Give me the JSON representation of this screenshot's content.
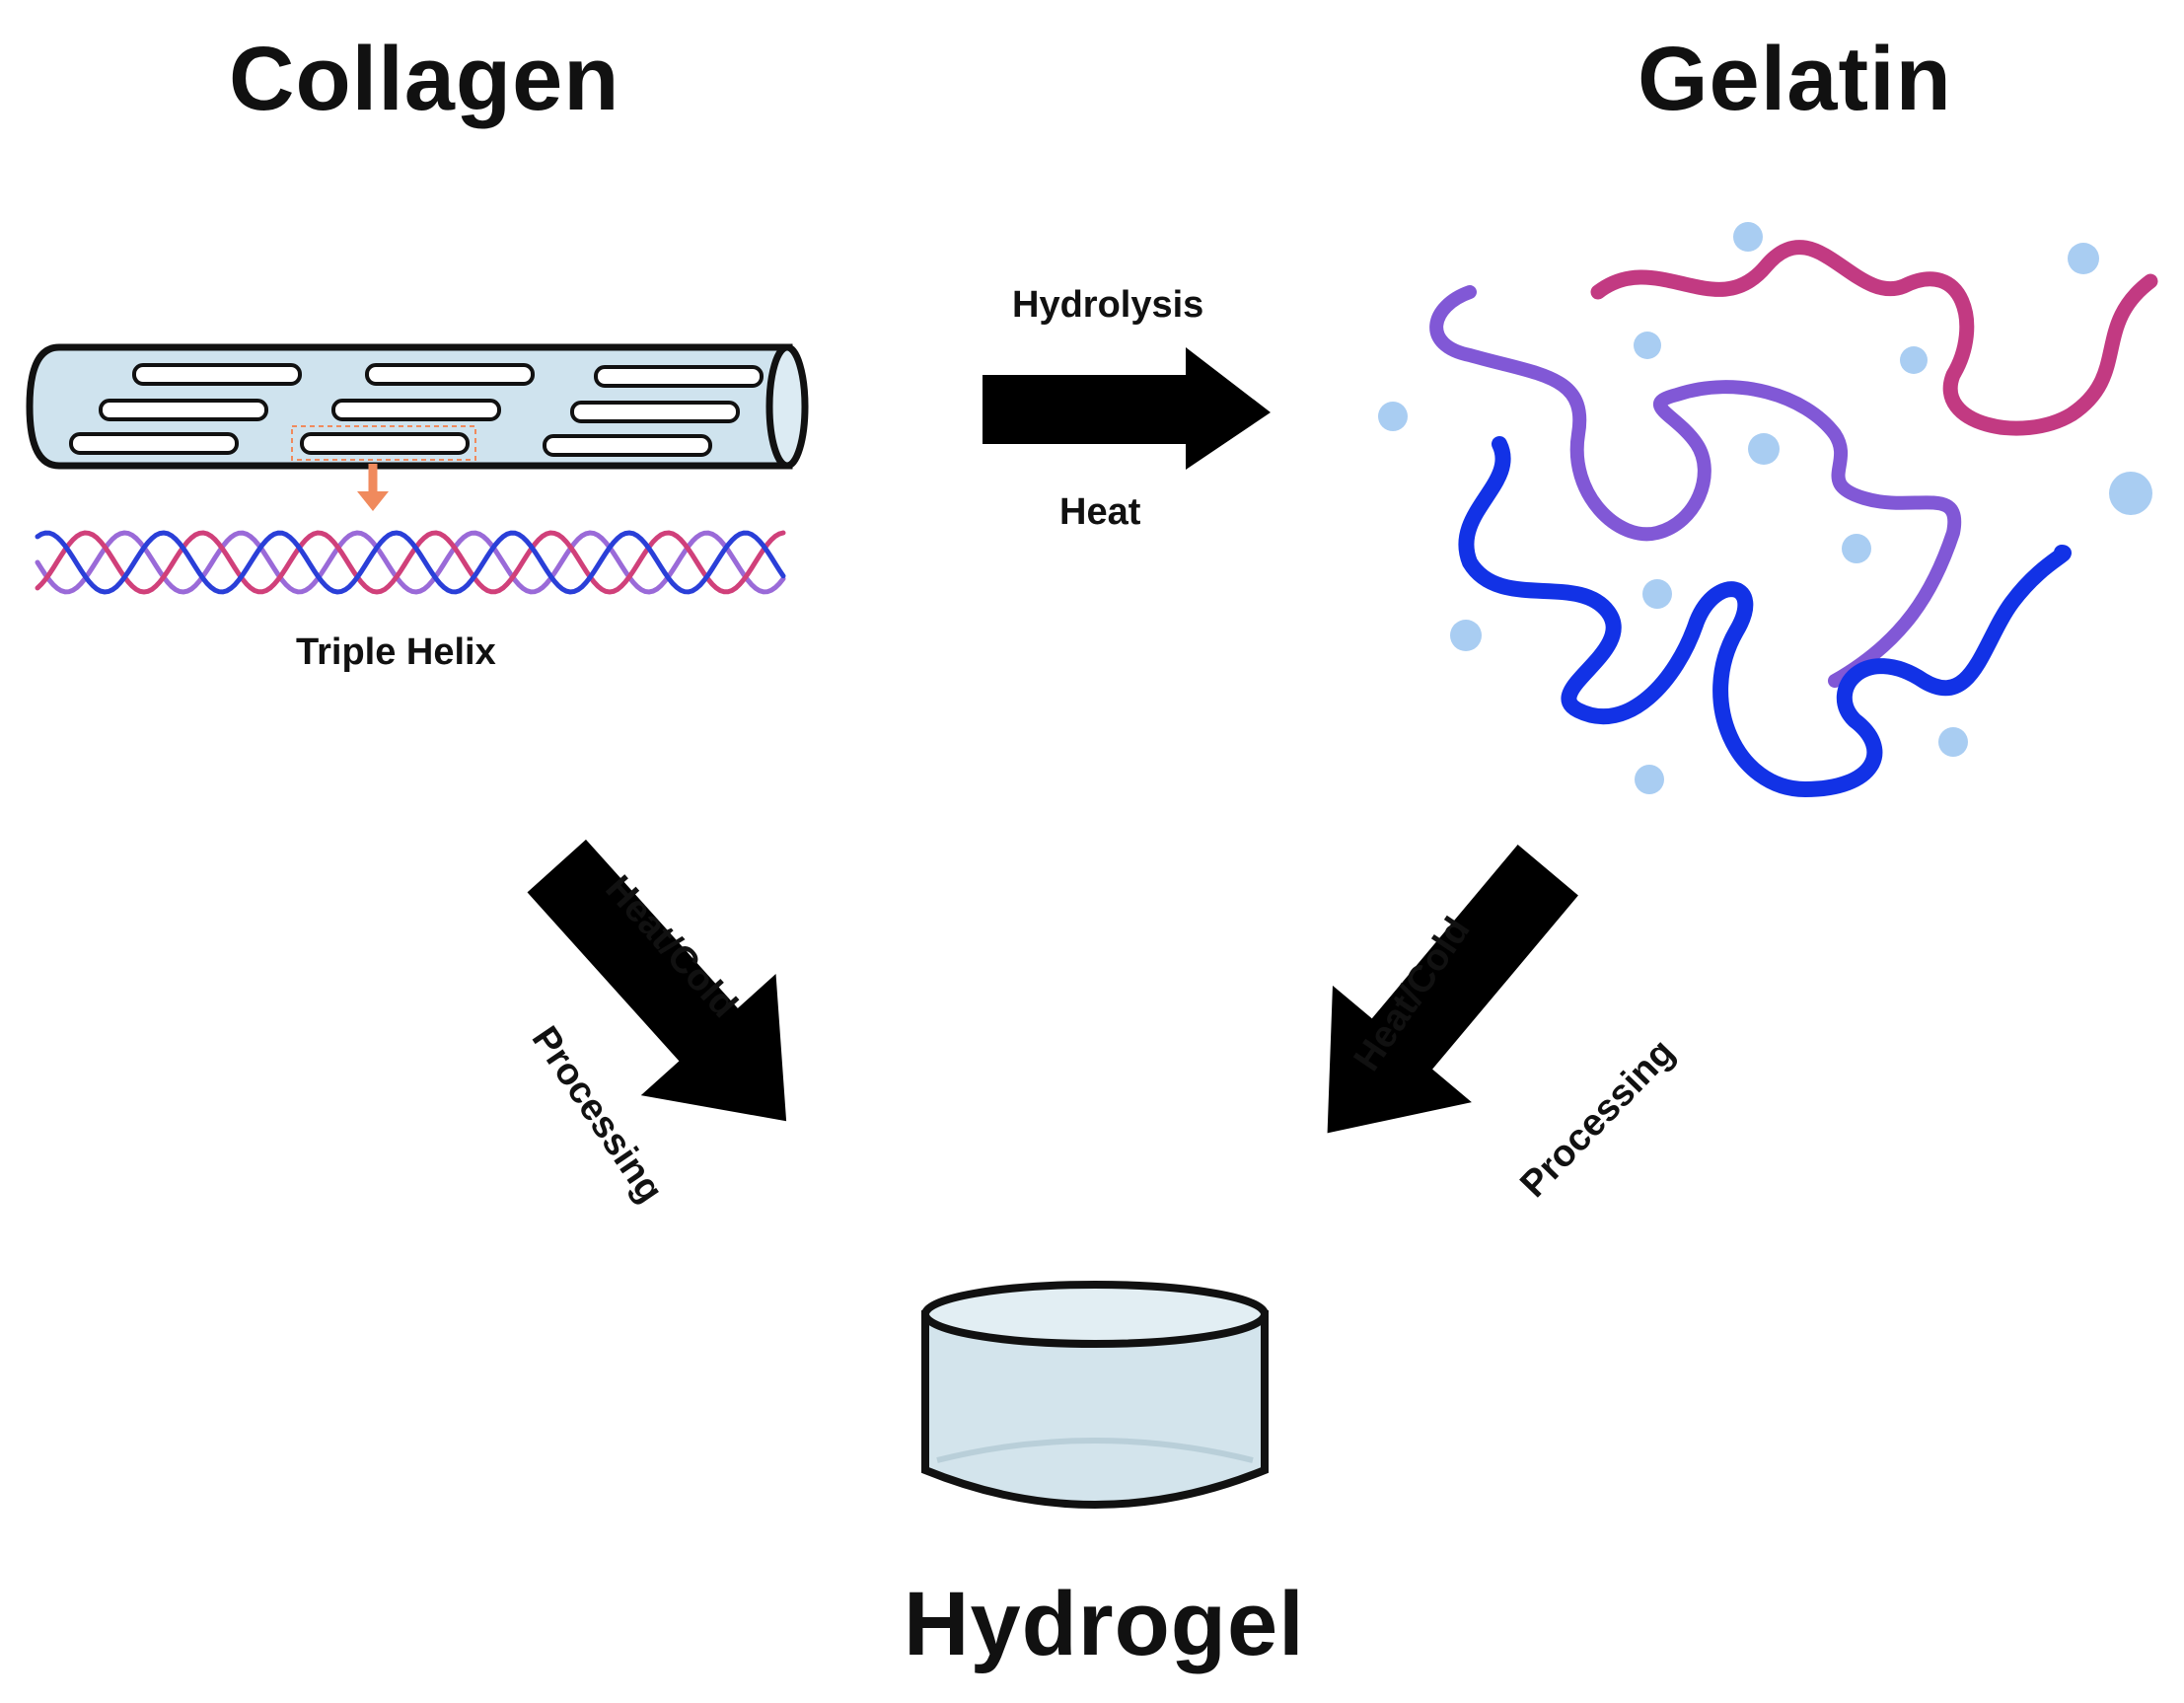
{
  "title_collagen": "Collagen",
  "title_gelatin": "Gelatin",
  "title_hydrogel": "Hydrogel",
  "label_triple_helix": "Triple Helix",
  "arrow_top": {
    "above": "Hydrolysis",
    "below": "Heat"
  },
  "arrow_left": {
    "line1": "Heat/Cold",
    "line2": "Processing"
  },
  "arrow_right": {
    "line1": "Heat/Cold",
    "line2": "Processing"
  },
  "colors": {
    "fiber_fill": "#cfe3ee",
    "helix_magenta": "#d0407a",
    "helix_blue": "#2a3fd8",
    "helix_purple": "#9a6ad8",
    "chain_magenta": "#c23a82",
    "chain_purple": "#8158d6",
    "chain_blue": "#1232e6",
    "water_drop": "#a9cdf2",
    "gel_fill": "#d3e4ec",
    "zoom_arrow": "#f08a5d"
  }
}
